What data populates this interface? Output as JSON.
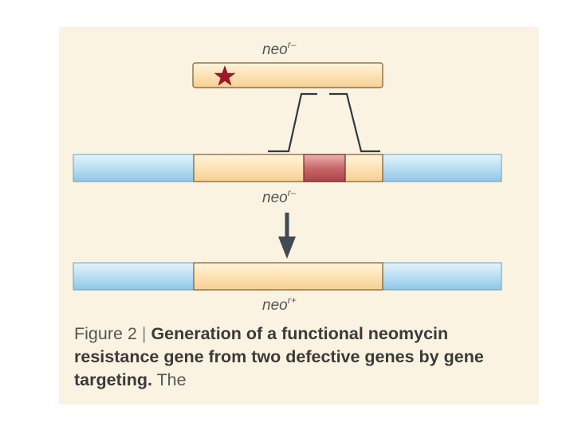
{
  "labels": {
    "top": {
      "base": "neo",
      "sup": "r–"
    },
    "middle": {
      "base": "neo",
      "sup": "r–"
    },
    "bottom": {
      "base": "neo",
      "sup": "r+"
    }
  },
  "caption": {
    "figure": "Figure 2",
    "separator": "|",
    "title": "Generation of a functional neomycin resistance gene from two defective genes by gene targeting.",
    "tail": "The"
  },
  "colors": {
    "panel_background": "#fbf3e1",
    "gene_fill": "#fde3b4",
    "chromosome_blue": "#b9dff3",
    "mutation_red": "#c9686b",
    "star": "#a3152a",
    "arrow": "#3f4a55"
  },
  "icons": {
    "mutation_marker": "star-icon",
    "direction": "arrow-down-icon"
  }
}
